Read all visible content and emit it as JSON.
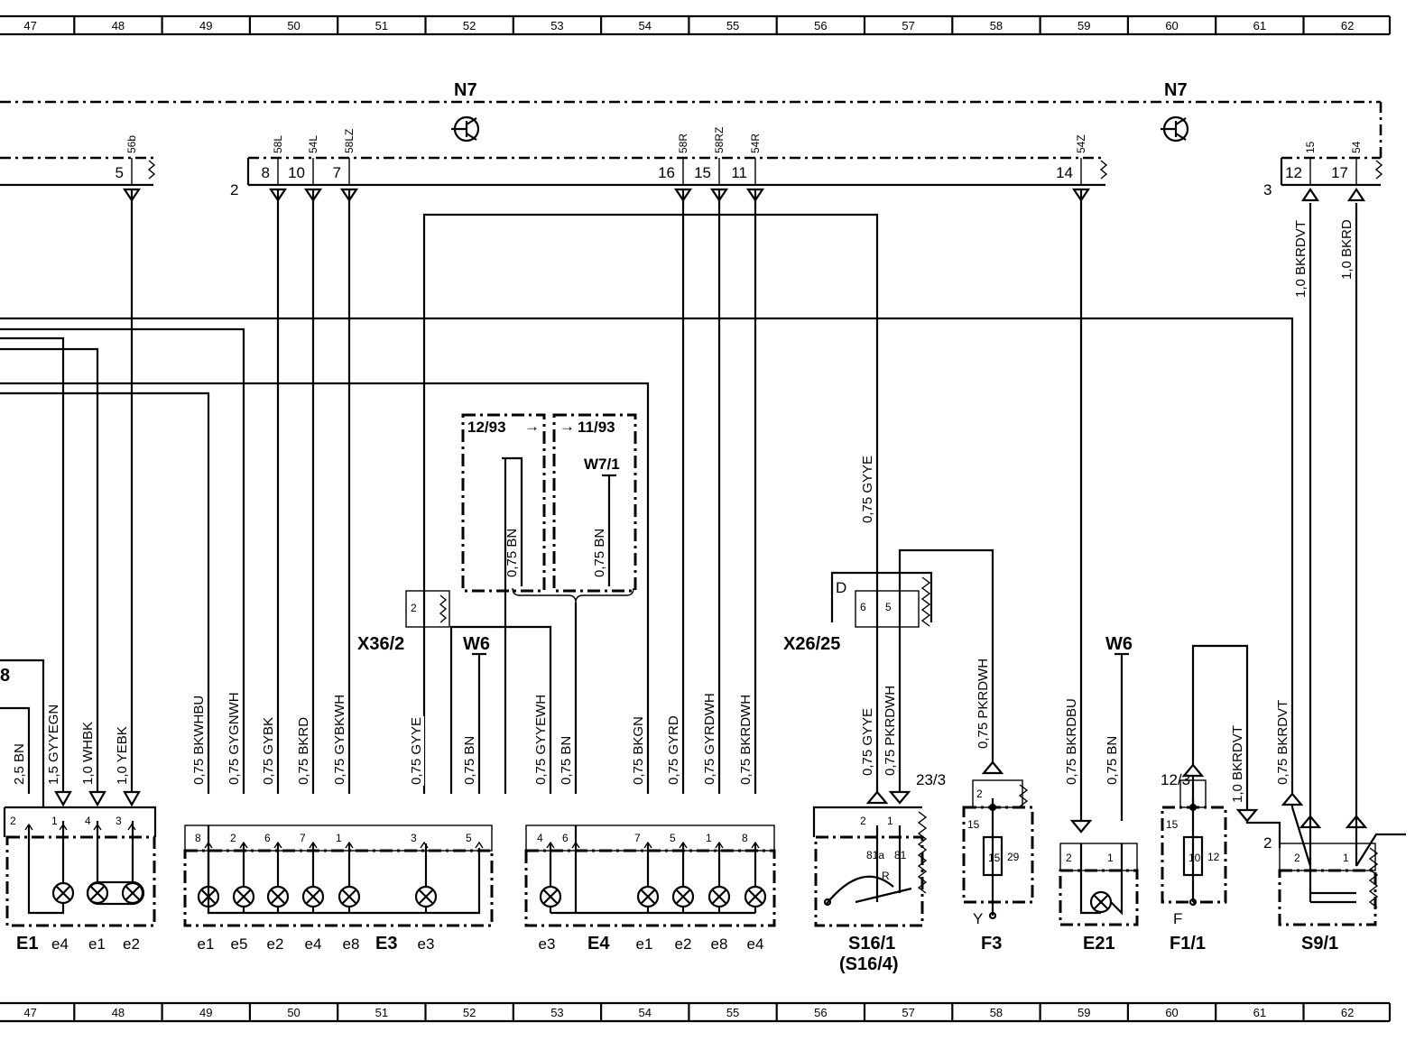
{
  "ruler": {
    "columns": [
      "47",
      "48",
      "49",
      "50",
      "51",
      "52",
      "53",
      "54",
      "55",
      "56",
      "57",
      "58",
      "59",
      "60",
      "61",
      "62"
    ]
  },
  "modules": {
    "n7_left": "N7",
    "n7_right": "N7",
    "bus_labels": [
      "2",
      "3"
    ]
  },
  "n7_pins": [
    {
      "num": "5",
      "name": "56b"
    },
    {
      "num": "8",
      "name": "58L"
    },
    {
      "num": "10",
      "name": "54L"
    },
    {
      "num": "7",
      "name": "58LZ"
    },
    {
      "num": "16",
      "name": "58R"
    },
    {
      "num": "15",
      "name": "58RZ"
    },
    {
      "num": "11",
      "name": "54R"
    },
    {
      "num": "14",
      "name": "54Z"
    },
    {
      "num": "12",
      "name": "15"
    },
    {
      "num": "17",
      "name": "54"
    }
  ],
  "wires": {
    "w_2_5bn": "2,5 BN",
    "w_gyyegn": "1,5 GYYEGN",
    "w_whbk": "1,0 WHBK",
    "w_yebk": "1,0 YEBK",
    "w_bkwhbu": "0,75 BKWHBU",
    "w_gygnwh": "0,75 GYGNWH",
    "w_gybk": "0,75 GYBK",
    "w_bkrd": "0,75 BKRD",
    "w_gybkwh": "0,75 GYBKWH",
    "w_gyye": "0,75 GYYE",
    "w_bn_e3": "0,75 BN",
    "w_gyyewh": "0,75 GYYEWH",
    "w_bn_e4": "0,75 BN",
    "w_bkgn": "0,75 BKGN",
    "w_gyrd": "0,75 GYRD",
    "w_gyrdwh": "0,75 GYRDWH",
    "w_bkrdwh": "0,75 BKRDWH",
    "w_gyye_top": "0,75 GYYE",
    "w_gyye_s16": "0,75 GYYE",
    "w_pkrdwh_s16": "0,75 PKRDWH",
    "w_pkrdwh_f3": "0,75 PKRDWH",
    "w_bkrdbu": "0,75 BKRDBU",
    "w_bn_e21": "0,75 BN",
    "w_bkrdvt_f1": "1,0 BKRDVT",
    "w_bkrdvt_s9": "0,75 BKRDVT",
    "w_bkrdvt_top": "1,0 BKRDVT",
    "w_bkrd_top": "1,0 BKRD",
    "w_bn_ref1": "0,75 BN",
    "w_bn_ref2": "0,75 BN"
  },
  "references": {
    "ref_12_93": "12/93",
    "ref_11_93": "11/93",
    "w7_1": "W7/1",
    "x36_2": "X36/2",
    "x26_25": "X26/25",
    "w6_a": "W6",
    "w6_b": "W6",
    "ref_23_3": "23/3",
    "ref_12_3": "12/3",
    "d_label": "D",
    "ref_8": "8"
  },
  "components": {
    "e1": {
      "name": "E1",
      "subs": [
        "e4",
        "e1",
        "e2"
      ],
      "pins": [
        "2",
        "1",
        "4",
        "3"
      ]
    },
    "e3": {
      "name": "E3",
      "subs": [
        "e1",
        "e5",
        "e2",
        "e4",
        "e8",
        "e3"
      ],
      "pins": [
        "8",
        "2",
        "6",
        "7",
        "1",
        "3",
        "5"
      ]
    },
    "e4": {
      "name": "E4",
      "subs": [
        "e3",
        "e1",
        "e2",
        "e8",
        "e4"
      ],
      "pins": [
        "4",
        "6",
        "7",
        "5",
        "1",
        "8"
      ]
    },
    "s16_1": {
      "name": "S16/1",
      "alt": "(S16/4)",
      "pins": [
        "2",
        "1"
      ],
      "inner": [
        "81a",
        "81",
        "R"
      ]
    },
    "f3": {
      "name": "F3",
      "pins": [
        "2"
      ],
      "inner": [
        "15",
        "15",
        "29"
      ],
      "foot": "Y"
    },
    "e21": {
      "name": "E21",
      "pins": [
        "2",
        "1"
      ]
    },
    "f1_1": {
      "name": "F1/1",
      "inner": [
        "15",
        "10",
        "12"
      ],
      "foot": "F"
    },
    "s9_1": {
      "name": "S9/1",
      "pins": [
        "2",
        "1"
      ],
      "outer_pin": "2"
    },
    "x36_pin": "2",
    "x26_pins": [
      "6",
      "5"
    ]
  }
}
